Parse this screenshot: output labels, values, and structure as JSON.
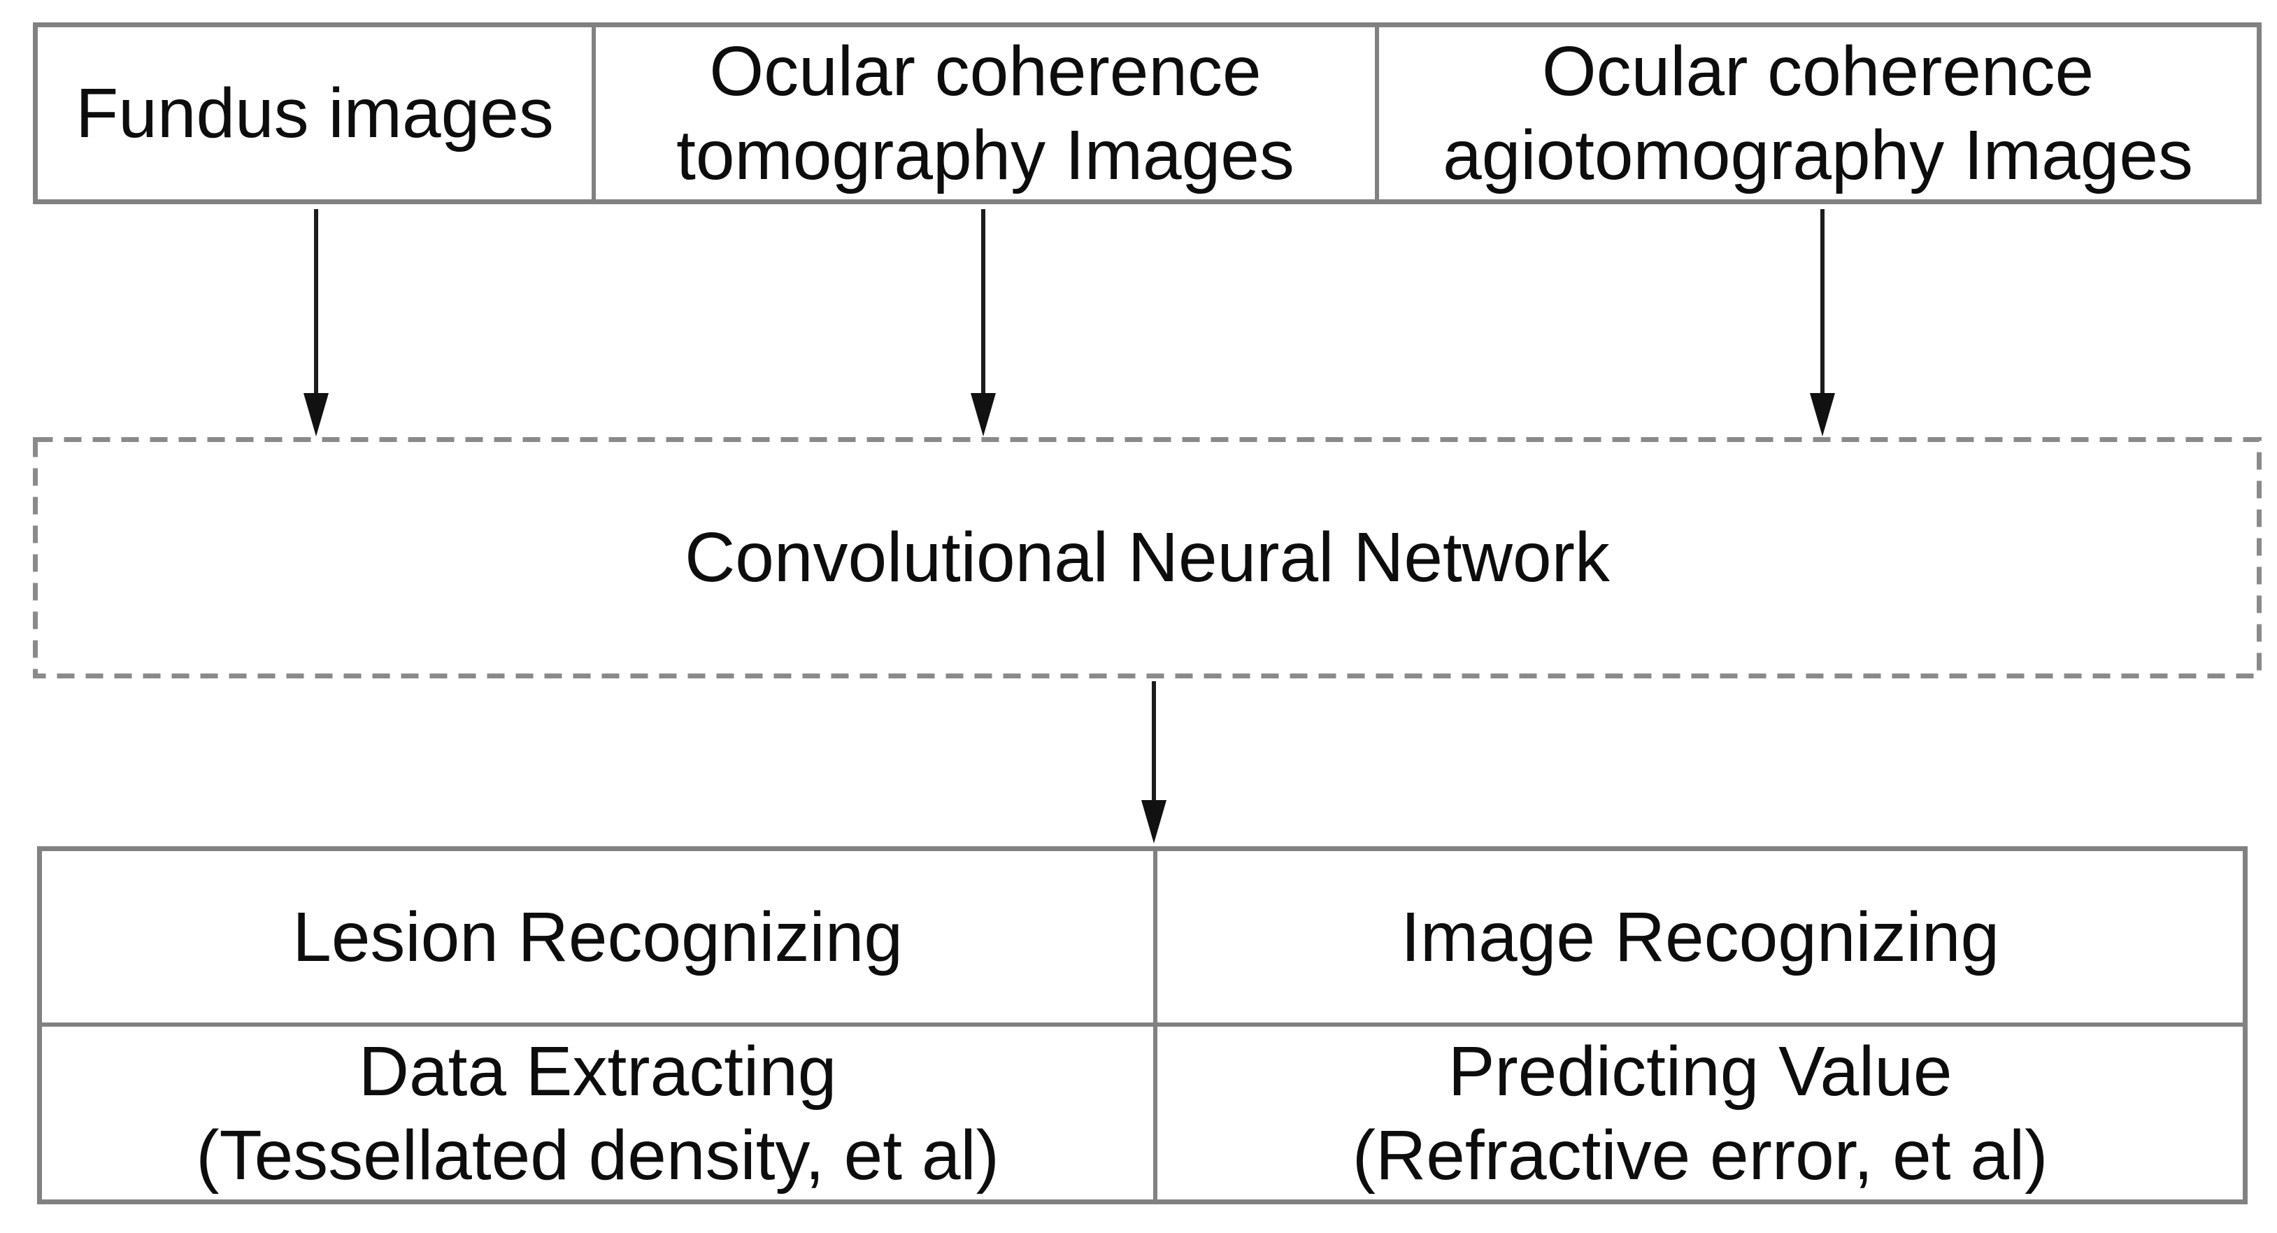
{
  "diagram": {
    "title": "CNN ocular imaging workflow diagram",
    "inputs": [
      {
        "id": "fundus",
        "lines": [
          "Fundus images"
        ]
      },
      {
        "id": "oct",
        "lines": [
          "Ocular coherence",
          "tomography Images"
        ]
      },
      {
        "id": "octa",
        "lines": [
          "Ocular coherence",
          "agiotomography Images"
        ]
      }
    ],
    "processor": {
      "label": "Convolutional Neural Network"
    },
    "outputs": {
      "lesion": {
        "lines": [
          "Lesion Recognizing"
        ]
      },
      "image": {
        "lines": [
          "Image Recognizing"
        ]
      },
      "data_extracting": {
        "lines": [
          "Data Extracting",
          "(Tessellated density, et al)"
        ]
      },
      "predicting": {
        "lines": [
          "Predicting Value",
          "(Refractive error, et al)"
        ]
      }
    },
    "arrows": [
      {
        "id": "fundus-to-cnn",
        "from": "fundus",
        "to": "cnn"
      },
      {
        "id": "oct-to-cnn",
        "from": "oct",
        "to": "cnn"
      },
      {
        "id": "octa-to-cnn",
        "from": "octa",
        "to": "cnn"
      },
      {
        "id": "cnn-to-outputs",
        "from": "cnn",
        "to": "outputs"
      }
    ],
    "colors": {
      "border_gray": "#818181",
      "dash_gray": "#8a8a8a",
      "text": "#0d0d0d",
      "arrow": "#1c1c1c",
      "background": "#ffffff"
    }
  }
}
